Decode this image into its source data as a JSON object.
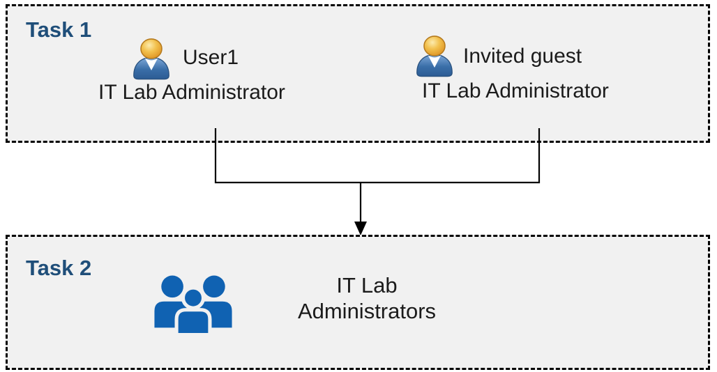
{
  "colors": {
    "box_background": "#F1F1F1",
    "box_border": "#000000",
    "task_label_blue": "#1F4E79",
    "body_text": "#1B1B1B",
    "group_icon_blue": "#1062B2",
    "person_head_gold": "#E9A83B",
    "person_body_blue": "#3A6EA8",
    "connector": "#000000"
  },
  "task1": {
    "label": "Task 1",
    "users": [
      {
        "name": "User1",
        "role": "IT Lab Administrator"
      },
      {
        "name": "Invited guest",
        "role": "IT Lab Administrator"
      }
    ]
  },
  "task2": {
    "label": "Task 2",
    "group_name_line1": "IT Lab",
    "group_name_line2": "Administrators"
  }
}
